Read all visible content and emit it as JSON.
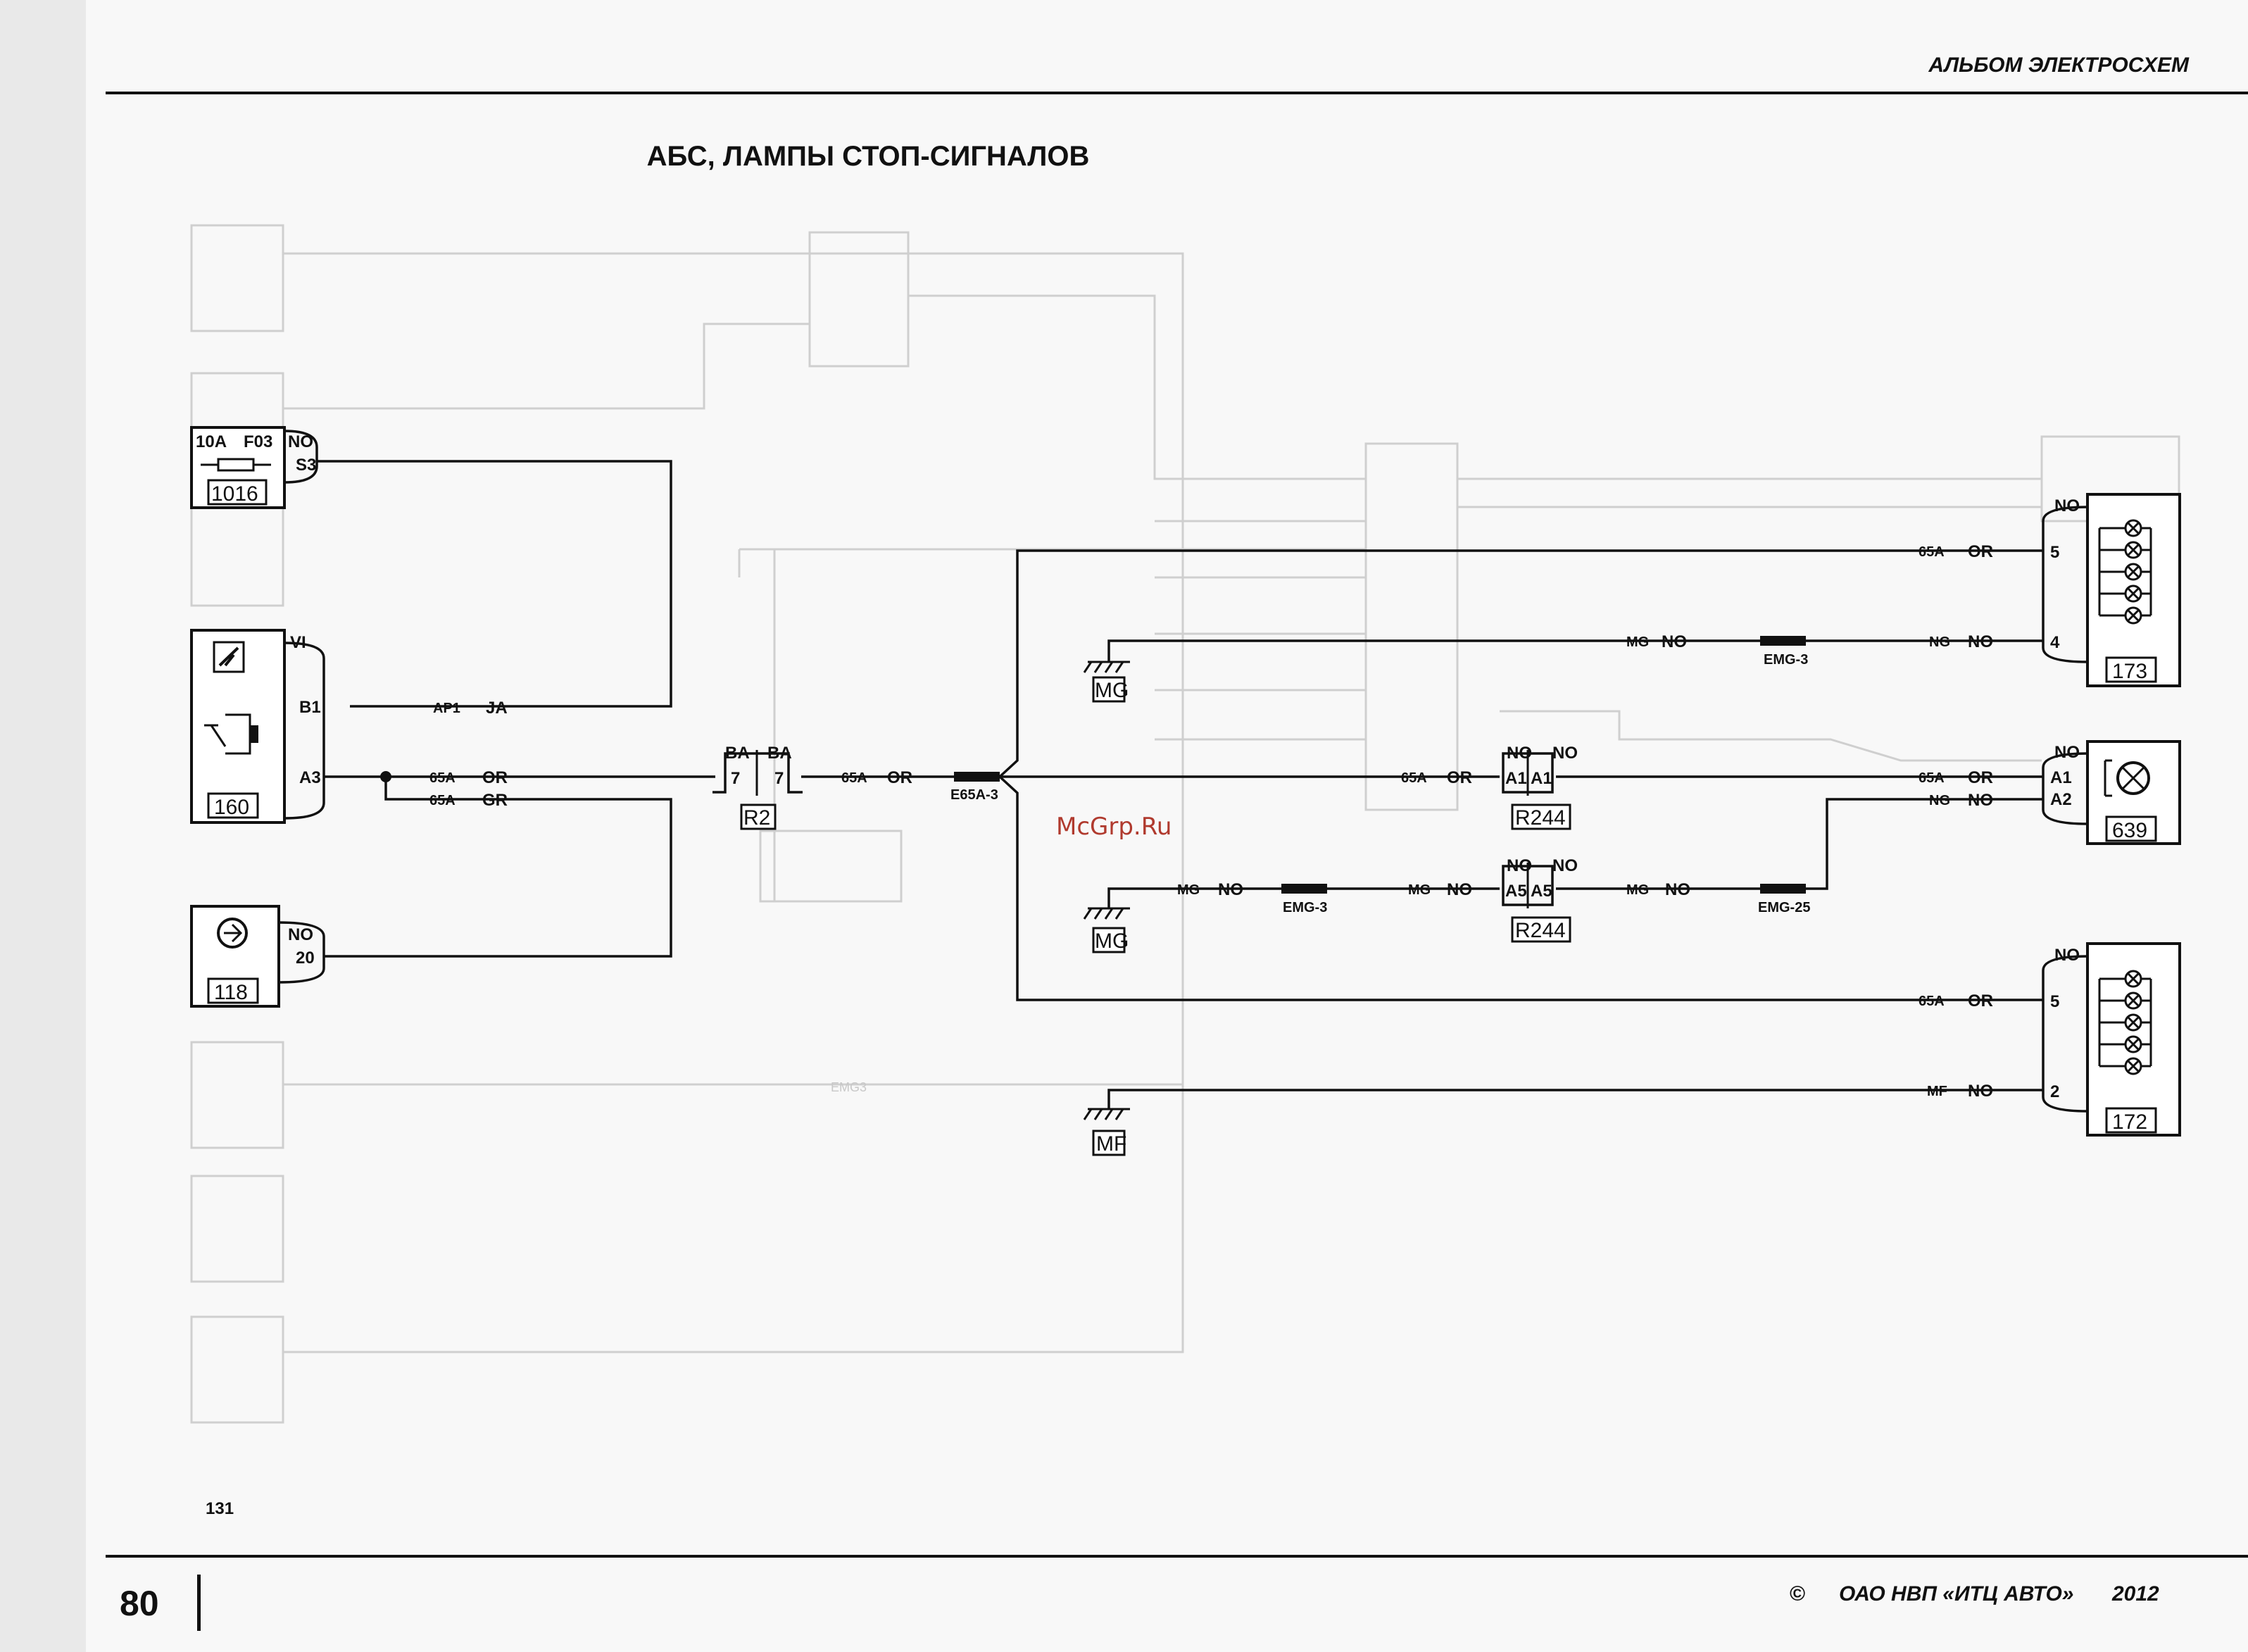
{
  "header": {
    "album_title": "АЛЬБОМ ЭЛЕКТРОСХЕМ"
  },
  "title": "АБС, ЛАМПЫ СТОП-СИГНАЛОВ",
  "footer": {
    "page_number": "80",
    "ref_number": "131",
    "copyright_symbol": "©",
    "publisher": "ОАО НВП «ИТЦ АВТО»",
    "year": "2012"
  },
  "watermark": "McGrp.Ru",
  "components": {
    "c1016": {
      "id": "1016",
      "fuse_rating": "10A",
      "fuse_id": "F03",
      "pin_color": "NO",
      "pin": "S3"
    },
    "c160": {
      "id": "160",
      "pin_vi": "VI",
      "pin_b1": "B1",
      "pin_a3": "A3"
    },
    "c118": {
      "id": "118",
      "pin_color": "NO",
      "pin": "20"
    },
    "r2": {
      "id": "R2",
      "color_left": "BA",
      "color_right": "BA",
      "pin_left": "7",
      "pin_right": "7"
    },
    "r244a": {
      "id": "R244",
      "color_left": "NO",
      "color_right": "NO",
      "pin_left": "A1",
      "pin_right": "A1"
    },
    "r244b": {
      "id": "R244",
      "color_left": "NO",
      "color_right": "NO",
      "pin_left": "A5",
      "pin_right": "A5"
    },
    "c173": {
      "id": "173",
      "pin_color": "NO",
      "pin_top": "5",
      "pin_bottom": "4"
    },
    "c639": {
      "id": "639",
      "pin_color": "NO",
      "pin_a1": "A1",
      "pin_a2": "A2"
    },
    "c172": {
      "id": "172",
      "pin_color": "NO",
      "pin_top": "5",
      "pin_bottom": "2"
    },
    "mg1": {
      "id": "MG"
    },
    "mg2": {
      "id": "MG"
    },
    "mf": {
      "id": "MF"
    }
  },
  "splices": {
    "e65a3": "E65A-3",
    "emg3a": "EMG-3",
    "emg3b": "EMG-3",
    "emg25": "EMG-25"
  },
  "wires": {
    "ap1": {
      "code": "AP1",
      "color": "JA"
    },
    "w65a_or": {
      "code": "65A",
      "color": "OR"
    },
    "w65a_gr": {
      "code": "65A",
      "color": "GR"
    },
    "mg": {
      "code": "MG",
      "color": "NO"
    },
    "ng": {
      "code": "NG",
      "color": "NO"
    },
    "mf": {
      "code": "MF",
      "color": "NO"
    }
  }
}
